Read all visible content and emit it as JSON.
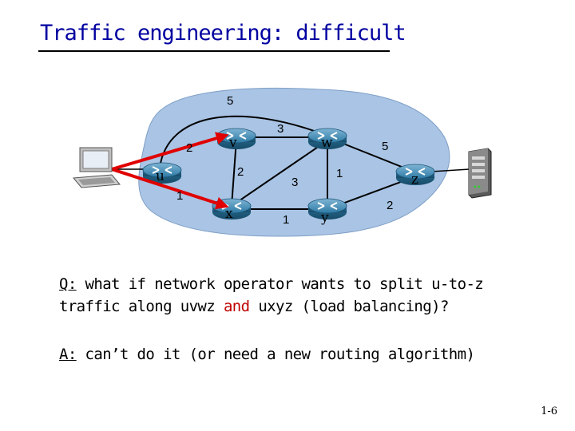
{
  "title": "Traffic engineering: difficult",
  "nodes": {
    "u": "u",
    "v": "v",
    "w": "w",
    "x": "x",
    "y": "y",
    "z": "z"
  },
  "weights": {
    "u_w": "5",
    "v_w": "3",
    "u_v": "2",
    "x_v": "2",
    "u_x": "1",
    "x_w": "3",
    "w_y": "1",
    "x_y": "1",
    "w_z": "5",
    "y_z": "2"
  },
  "question": {
    "prefix": "Q:",
    "line1": " what if network operator wants to split  u-to-z",
    "line2_a": "traffic along uvwz ",
    "and": "and",
    "line2_b": " uxyz (load balancing)?"
  },
  "answer": {
    "prefix": "A:",
    "text": " can’t do it (or need a new routing algorithm)"
  },
  "page_number": "1-6",
  "colors": {
    "title": "#0000a0",
    "highlight": "#e00000",
    "cloud": "#a9c4e4",
    "router": "#2a6f93"
  }
}
